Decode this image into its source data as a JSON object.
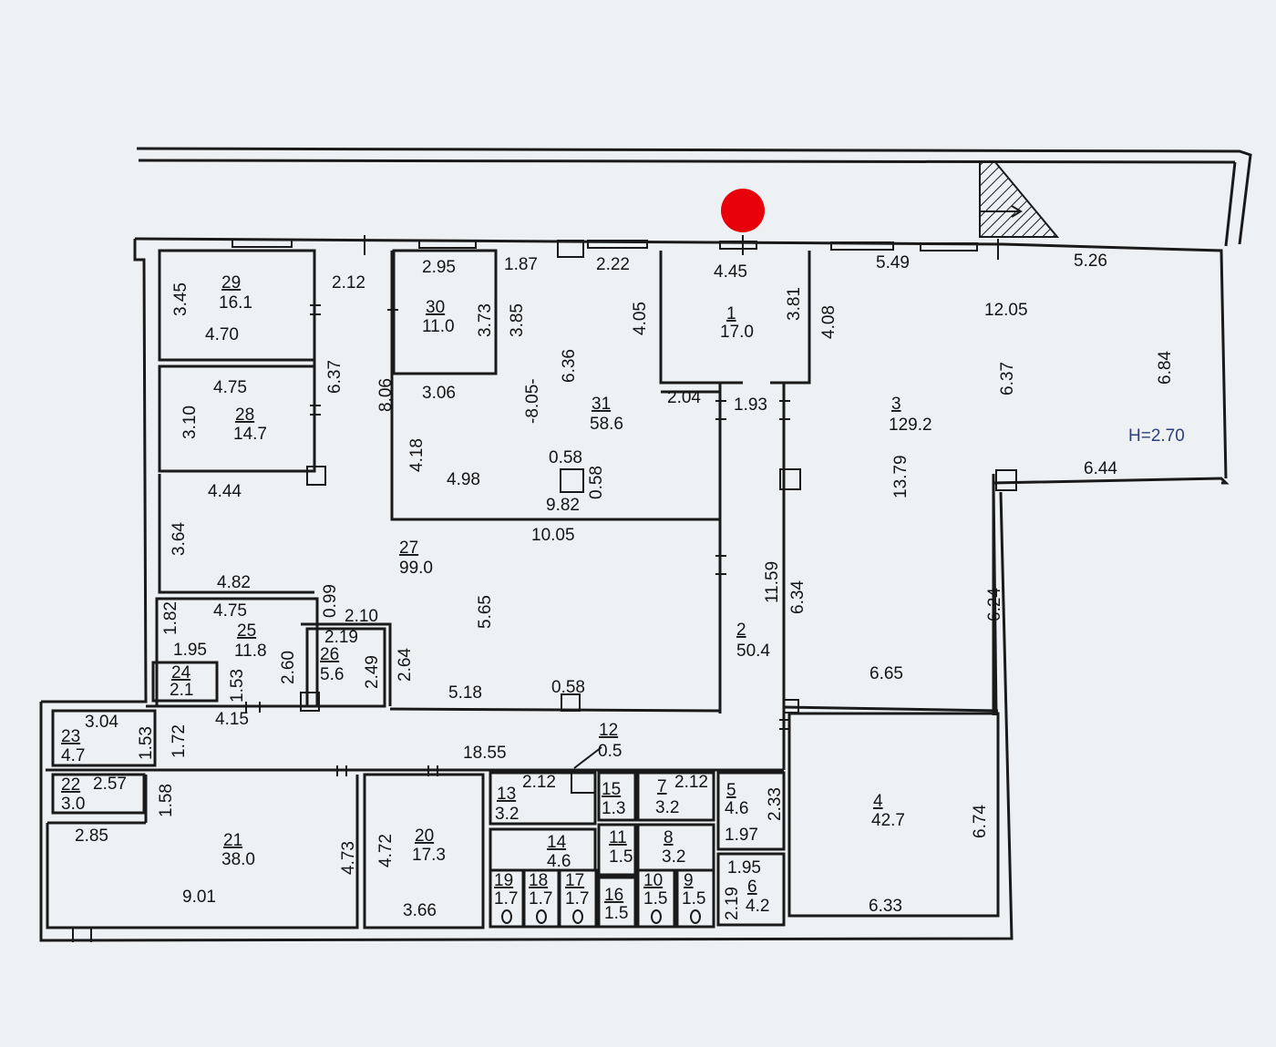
{
  "plan": {
    "ceiling_height": "H=2.70",
    "ceiling_color": "#2a3f7a",
    "marker_color": "#e8000b",
    "rooms": [
      {
        "num": "1",
        "area": "17.0"
      },
      {
        "num": "2",
        "area": "50.4"
      },
      {
        "num": "3",
        "area": "129.2"
      },
      {
        "num": "4",
        "area": "42.7"
      },
      {
        "num": "5",
        "area": "4.6"
      },
      {
        "num": "6",
        "area": "4.2"
      },
      {
        "num": "7",
        "area": "3.2"
      },
      {
        "num": "8",
        "area": "3.2"
      },
      {
        "num": "9",
        "area": "1.5"
      },
      {
        "num": "10",
        "area": "1.5"
      },
      {
        "num": "11",
        "area": "1.5"
      },
      {
        "num": "12",
        "area": "0.5"
      },
      {
        "num": "13",
        "area": "3.2"
      },
      {
        "num": "14",
        "area": "4.6"
      },
      {
        "num": "15",
        "area": "1.3"
      },
      {
        "num": "16",
        "area": "1.5"
      },
      {
        "num": "17",
        "area": "1.7"
      },
      {
        "num": "18",
        "area": "1.7"
      },
      {
        "num": "19",
        "area": "1.7"
      },
      {
        "num": "20",
        "area": "17.3"
      },
      {
        "num": "21",
        "area": "38.0"
      },
      {
        "num": "22",
        "area": "3.0"
      },
      {
        "num": "23",
        "area": "4.7"
      },
      {
        "num": "24",
        "area": "2.1"
      },
      {
        "num": "25",
        "area": "11.8"
      },
      {
        "num": "26",
        "area": "5.6"
      },
      {
        "num": "27",
        "area": "99.0"
      },
      {
        "num": "28",
        "area": "14.7"
      },
      {
        "num": "29",
        "area": "16.1"
      },
      {
        "num": "30",
        "area": "11.0"
      },
      {
        "num": "31",
        "area": "58.6"
      }
    ],
    "dimensions": [
      "3.45",
      "4.70",
      "2.12",
      "2.95",
      "3.73",
      "1.87",
      "2.22",
      "3.85",
      "4.05",
      "6.36",
      "-8.05-",
      "4.45",
      "3.81",
      "4.08",
      "5.49",
      "5.26",
      "12.05",
      "6.37",
      "6.84",
      "4.75",
      "3.10",
      "6.37",
      "8.06",
      "3.06",
      "2.04",
      "1.93",
      "4.18",
      "4.98",
      "0.58",
      "0.58",
      "9.82",
      "13.79",
      "6.44",
      "4.44",
      "3.64",
      "10.05",
      "4.82",
      "0.99",
      "2.10",
      "4.75",
      "1.82",
      "2.19",
      "1.95",
      "2.60",
      "2.49",
      "2.64",
      "5.65",
      "11.59",
      "6.34",
      "6.24",
      "6.65",
      "1.53",
      "5.18",
      "0.58",
      "3.04",
      "1.53",
      "1.72",
      "4.15",
      "18.55",
      "2.57",
      "1.58",
      "2.85",
      "4.73",
      "4.72",
      "9.01",
      "3.66",
      "2.12",
      "2.12",
      "2.33",
      "1.97",
      "1.95",
      "2.19",
      "6.74",
      "6.33"
    ]
  }
}
